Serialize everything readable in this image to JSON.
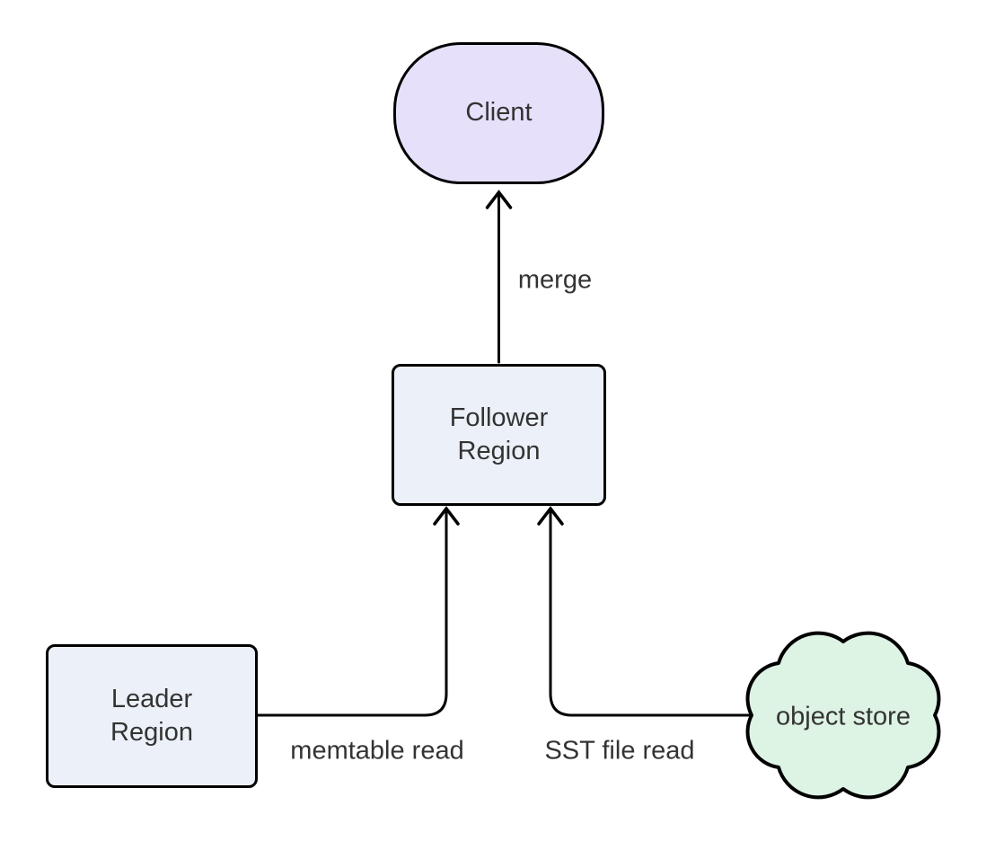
{
  "diagram": {
    "type": "flowchart",
    "direction": "bottom-to-top",
    "nodes": [
      {
        "id": "client",
        "label": "Client",
        "shape": "stadium",
        "fill": "#E6E0FA",
        "border_color": "#000000"
      },
      {
        "id": "follower",
        "label": "Follower Region",
        "shape": "rounded-rect",
        "fill": "#ECF1F9",
        "border_color": "#000000"
      },
      {
        "id": "leader",
        "label": "Leader Region",
        "shape": "rounded-rect",
        "fill": "#ECF1F9",
        "border_color": "#000000"
      },
      {
        "id": "object_store",
        "label": "object store",
        "shape": "cloud",
        "fill": "#DDF3E4",
        "border_color": "#000000"
      }
    ],
    "edges": [
      {
        "from": "follower",
        "to": "client",
        "label": "merge",
        "style": "arrow-up"
      },
      {
        "from": "leader",
        "to": "follower",
        "label": "memtable read",
        "style": "elbow-arrow-up"
      },
      {
        "from": "object_store",
        "to": "follower",
        "label": "SST file read",
        "style": "elbow-arrow-up"
      }
    ],
    "colors": {
      "background": "#FFFFFF",
      "line": "#000000",
      "text": "#333333",
      "client_fill": "#E6E0FA",
      "region_fill": "#ECF1F9",
      "cloud_fill": "#DDF3E4"
    }
  }
}
